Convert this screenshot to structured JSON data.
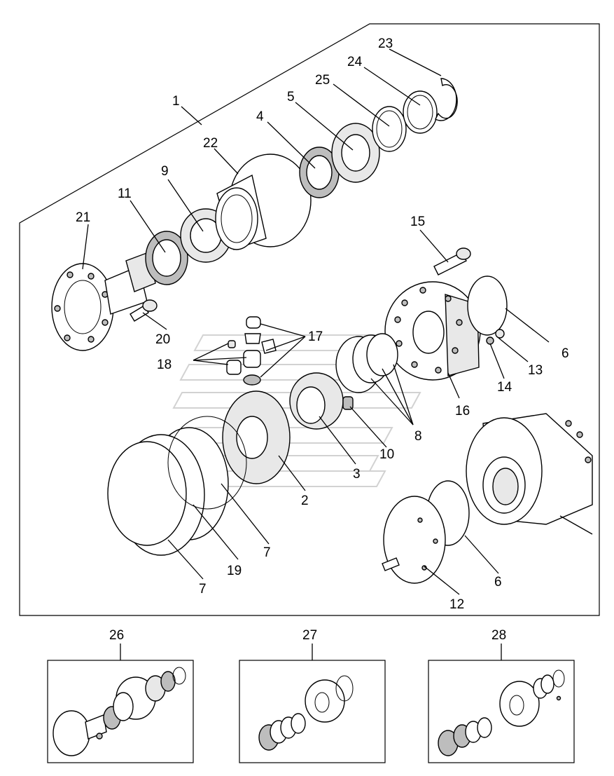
{
  "labels": {
    "l1": "1",
    "l2": "2",
    "l3": "3",
    "l4": "4",
    "l5": "5",
    "l6a": "6",
    "l6b": "6",
    "l7a": "7",
    "l7b": "7",
    "l8": "8",
    "l9": "9",
    "l10": "10",
    "l11": "11",
    "l12": "12",
    "l13": "13",
    "l14": "14",
    "l15": "15",
    "l16": "16",
    "l17": "17",
    "l18": "18",
    "l19": "19",
    "l20": "20",
    "l21": "21",
    "l22": "22",
    "l23": "23",
    "l24": "24",
    "l25": "25",
    "l26": "26",
    "l27": "27",
    "l28": "28"
  },
  "colors": {
    "line": "#000000",
    "background": "#ffffff",
    "watermark": "#c8c8c8"
  }
}
